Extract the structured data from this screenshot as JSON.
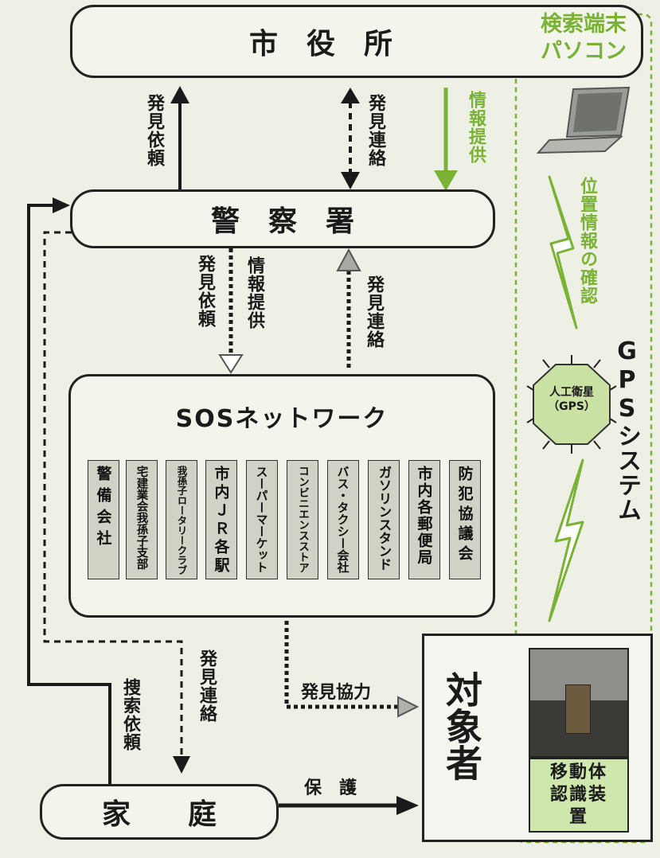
{
  "nodes": {
    "city_hall": "市　役　所",
    "police": "警　察　署",
    "sos_network": "SOSネットワーク",
    "home": "家　　庭",
    "target": "対象者",
    "search_terminal_line1": "検索端末",
    "search_terminal_line2": "パソコン",
    "satellite_line1": "人工衛星",
    "satellite_line2": "（GPS）",
    "device": "移動体認識装置",
    "gps_system": "GPSシステム"
  },
  "members": [
    "警備会社",
    "宅建業会我孫子支部",
    "我孫子ロータリークラブ",
    "市内ＪＲ各駅",
    "スーパーマーケット",
    "コンビニエンスストア",
    "バス・タクシー会社",
    "ガソリンスタンド",
    "市内各郵便局",
    "防犯協議会"
  ],
  "edges": {
    "police_to_city_request": "発見依頼",
    "city_police_contact": "発見連絡",
    "info_provision_green": "情報提供",
    "police_to_sos_request": "発見依頼",
    "police_to_sos_info": "情報提供",
    "sos_to_police_contact": "発見連絡",
    "location_check": "位置情報の確認",
    "police_to_home_contact": "発見連絡",
    "home_search_request": "捜索依頼",
    "sos_cooperation": "発見協力",
    "home_protect": "保　護"
  },
  "colors": {
    "green": "#7ab236",
    "line": "#1a1a1a",
    "member_fill": "#cfd2c4",
    "background": "#eef0e6"
  }
}
